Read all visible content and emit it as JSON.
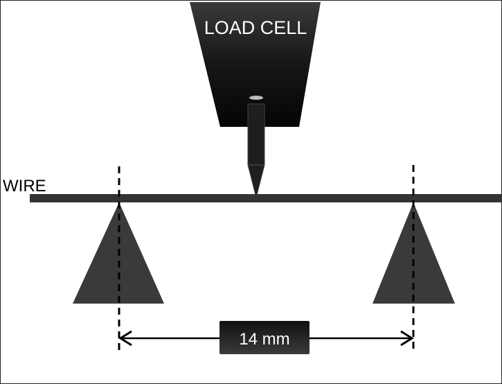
{
  "load_cell_label": "LOAD CELL",
  "wire_label": "WIRE",
  "span_label": "14 mm",
  "colors": {
    "body": "#111111",
    "support": "#3a3a3a",
    "wire": "#333333",
    "text_light": "#ffffff"
  }
}
